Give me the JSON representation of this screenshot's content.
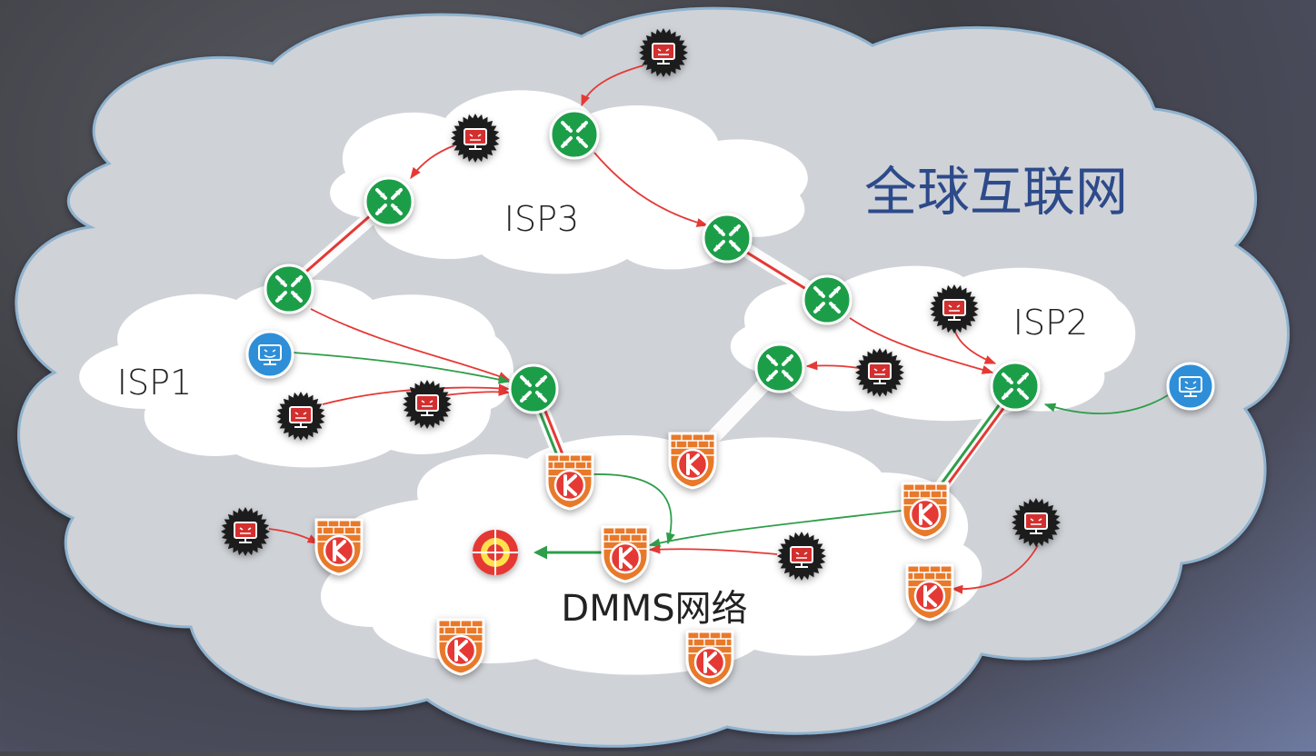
{
  "labels": {
    "global": "全球互联网",
    "isp1": "ISP1",
    "isp2": "ISP2",
    "isp3": "ISP3",
    "dmms": "DMMS网络"
  },
  "colors": {
    "attack": "#e53935",
    "legit": "#2e9e4a",
    "router": "#1f9e48",
    "attacker": "#d32f2f",
    "client": "#2f8fd8",
    "firewall": "#e8792a",
    "target": "#e53935",
    "globalCloud": "#cfd2d7",
    "ispCloud": "#ffffff",
    "title": "#2d4a8a"
  },
  "icons": {
    "router": "router-icon",
    "attacker": "attacker-icon",
    "client": "client-icon",
    "firewall": "firewall-icon",
    "target": "target-icon"
  }
}
